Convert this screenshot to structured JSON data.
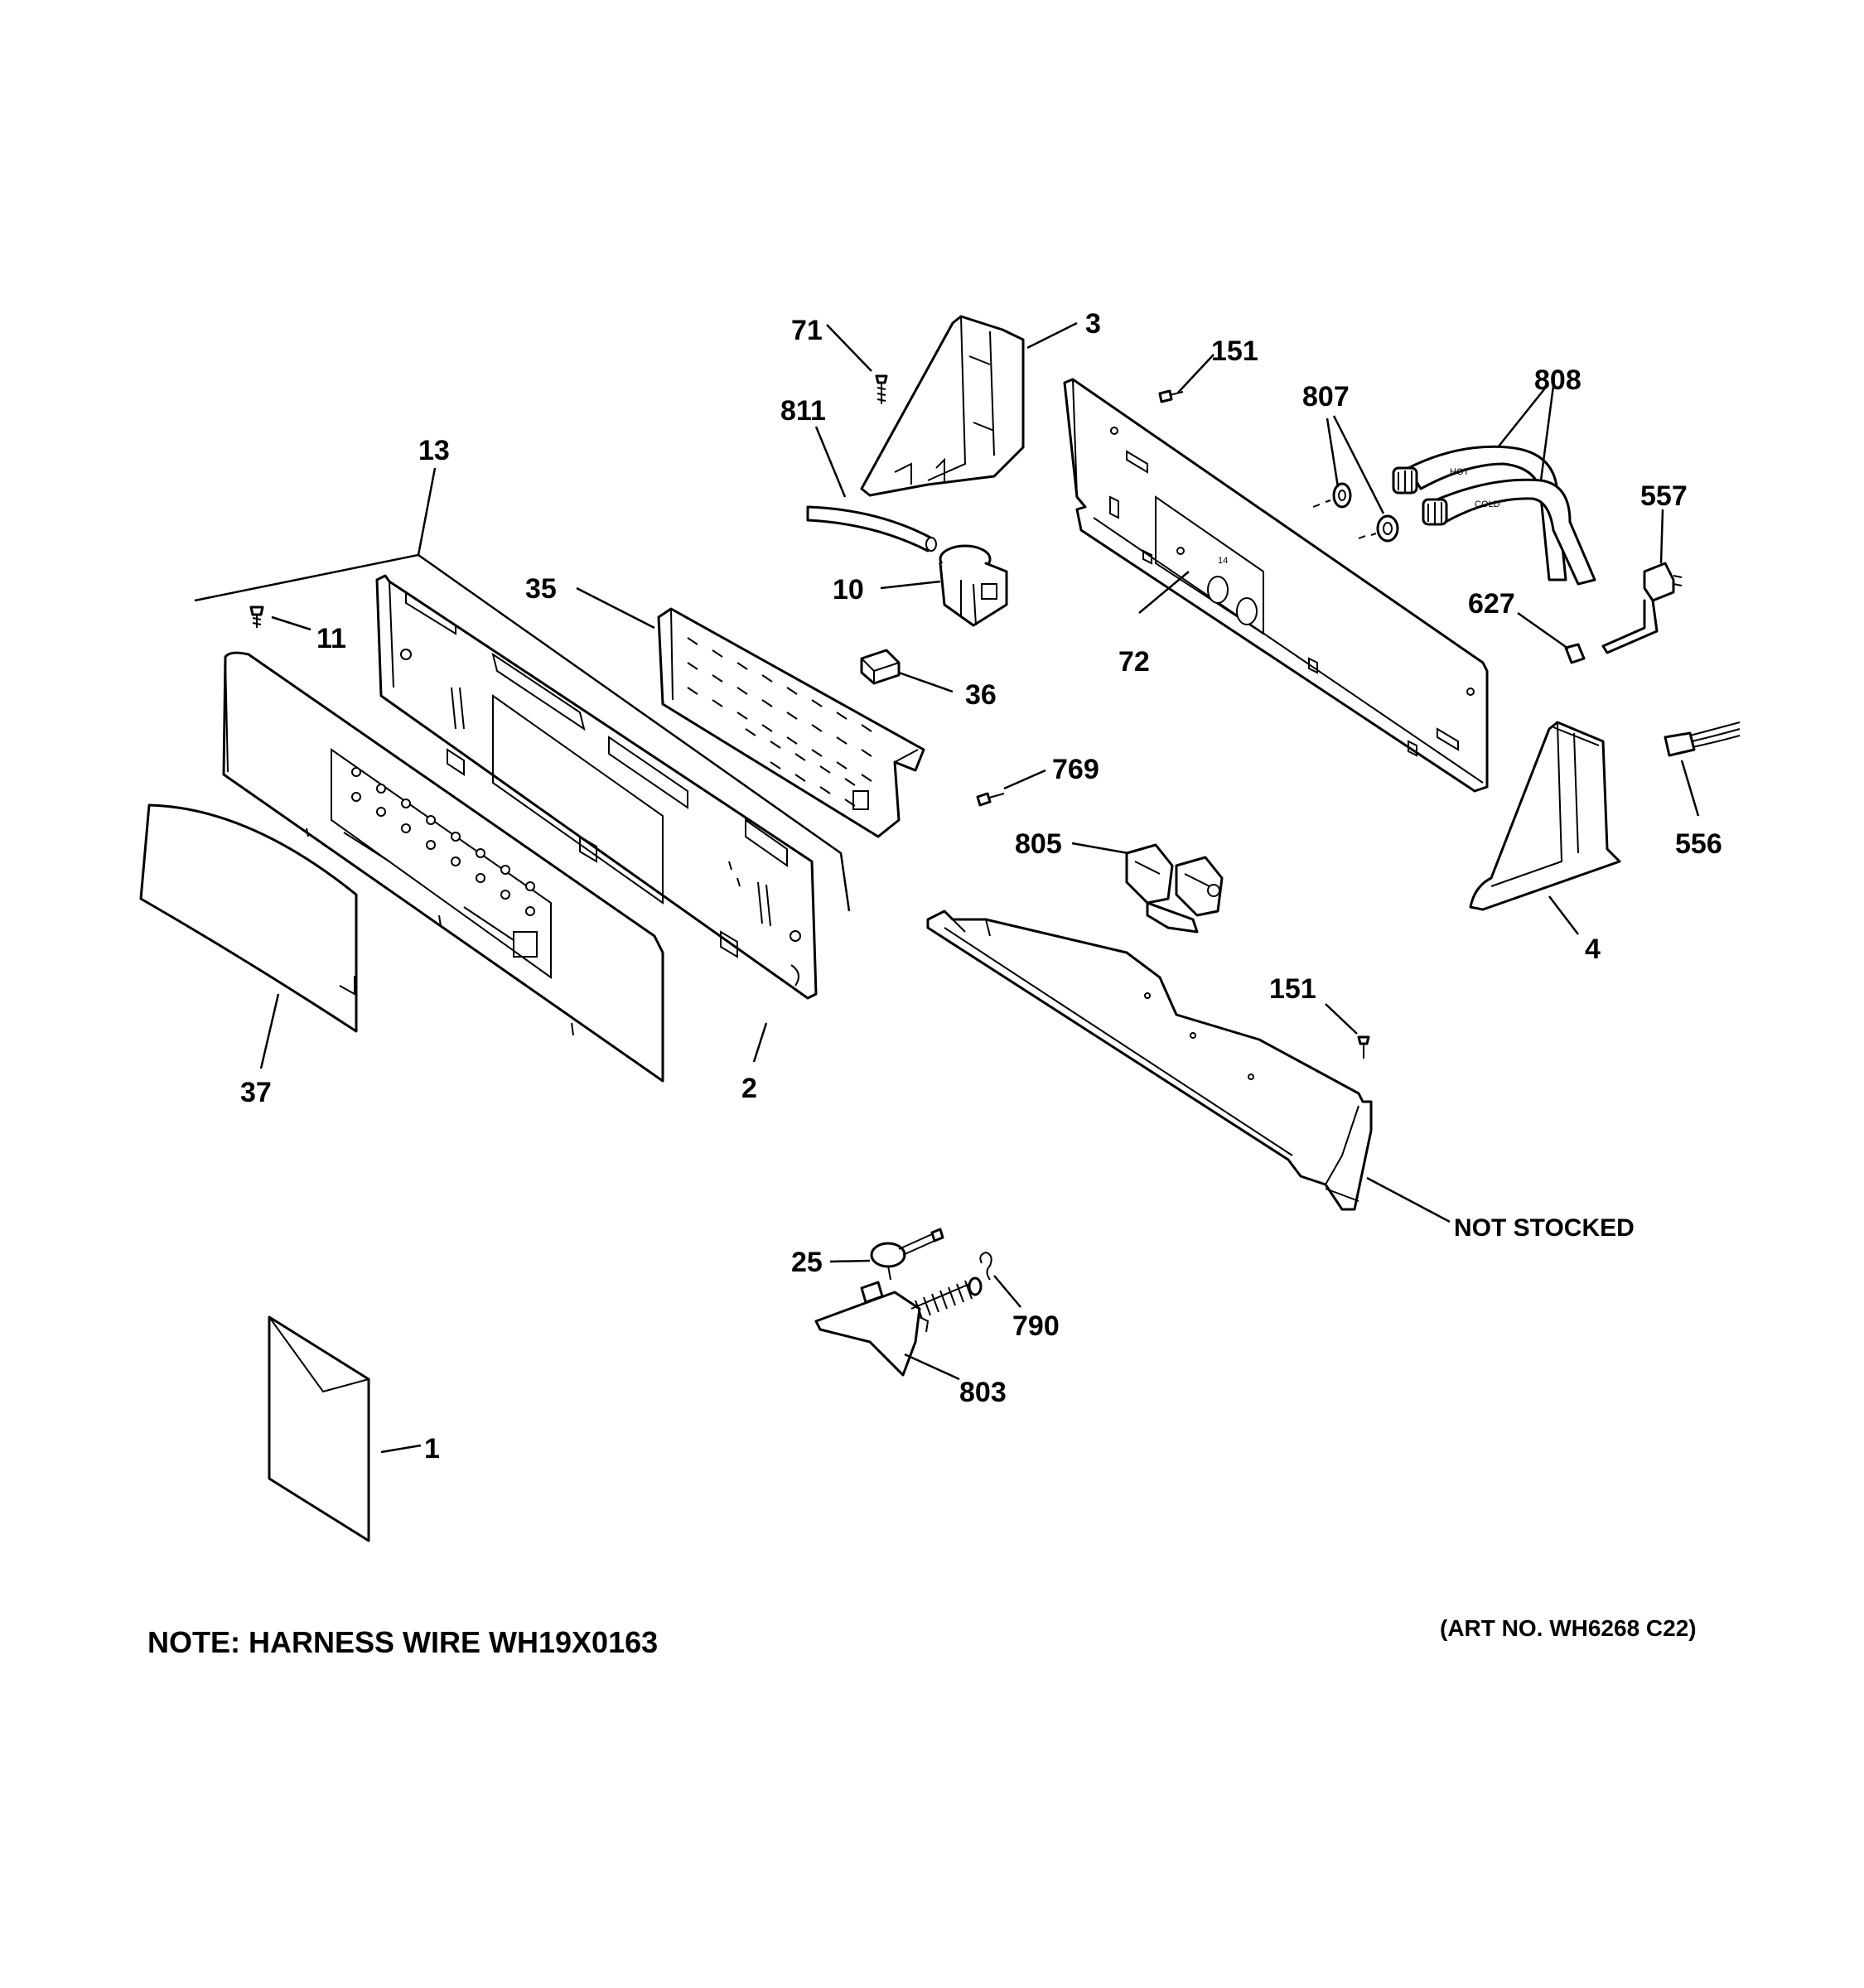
{
  "labels": {
    "p71": "71",
    "p3": "3",
    "p151a": "151",
    "p807": "807",
    "p808": "808",
    "p811": "811",
    "p13": "13",
    "p557": "557",
    "p10": "10",
    "p35": "35",
    "p11": "11",
    "p627": "627",
    "p72": "72",
    "p36": "36",
    "p769": "769",
    "p556": "556",
    "p805": "805",
    "p37": "37",
    "p2": "2",
    "p4": "4",
    "p151b": "151",
    "not_stocked": "NOT STOCKED",
    "p25": "25",
    "p790": "790",
    "p803": "803",
    "p1": "1"
  },
  "hose_marks": {
    "hot": "HOT",
    "cold": "COLD"
  },
  "note": "NOTE: HARNESS WIRE WH19X0163",
  "art_no": "(ART NO. WH6268 C22)"
}
